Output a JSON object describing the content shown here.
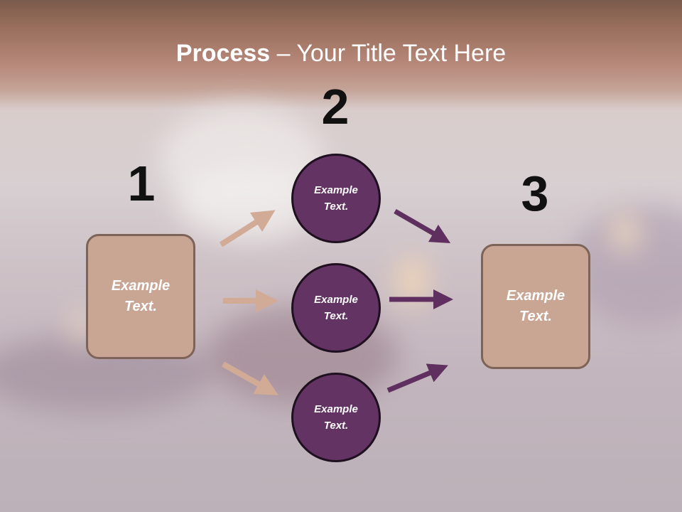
{
  "title": {
    "bold": "Process",
    "rest": " – Your Title Text Here"
  },
  "steps": {
    "one": {
      "number": "1",
      "line1": "Example",
      "line2": "Text."
    },
    "two": {
      "number": "2"
    },
    "three": {
      "number": "3",
      "line1": "Example",
      "line2": "Text."
    }
  },
  "circles": [
    {
      "line1": "Example",
      "line2": "Text."
    },
    {
      "line1": "Example",
      "line2": "Text."
    },
    {
      "line1": "Example",
      "line2": "Text."
    }
  ],
  "colors": {
    "box_fill": "#c9a594",
    "circle_fill": "#633364",
    "arrow_in": "#d2ab97",
    "arrow_out": "#5e2f5f",
    "number_text": "#111111",
    "title_text": "#ffffff"
  }
}
